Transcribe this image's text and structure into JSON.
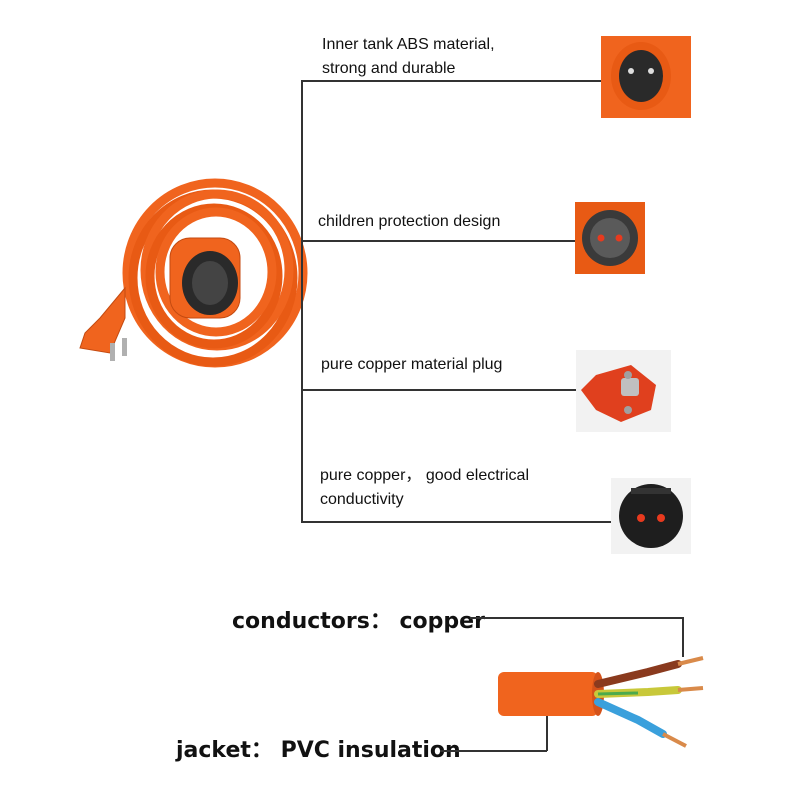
{
  "features": [
    {
      "text": "Inner tank ABS material, strong and durable",
      "line1": "Inner tank ABS material,",
      "line2": "strong and durable",
      "image": "socket-inner-view"
    },
    {
      "text": "children protection design",
      "image": "socket-shutter-view"
    },
    {
      "text": "pure copper material plug",
      "image": "plug-pins-view"
    },
    {
      "text": "pure copper，good electrical conductivity",
      "line1": "pure copper， good electrical",
      "line2": "conductivity",
      "image": "socket-contacts-view"
    }
  ],
  "cable": {
    "conductors_label": "conductors： copper",
    "jacket_label": "jacket： PVC insulation"
  },
  "colors": {
    "cable_orange": "#f0641e",
    "wire_brown": "#8a3a1e",
    "wire_yellow_green": "#c8c83a",
    "wire_blue": "#3aa0dc",
    "copper": "#d98a4a"
  }
}
